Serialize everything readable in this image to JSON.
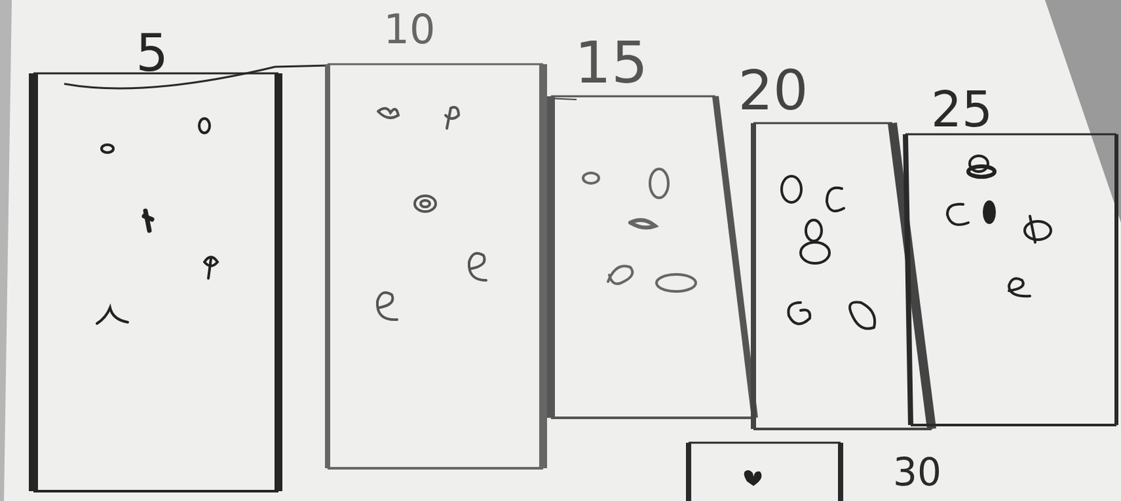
{
  "diagram": {
    "nodes": [
      {
        "text": [
          "5"
        ]
      },
      {
        "text": [
          "10"
        ]
      },
      {
        "text": [
          "15"
        ]
      },
      {
        "text": [
          "20"
        ]
      },
      {
        "text": [
          "25"
        ]
      },
      {
        "text": [
          "30"
        ]
      }
    ]
  }
}
